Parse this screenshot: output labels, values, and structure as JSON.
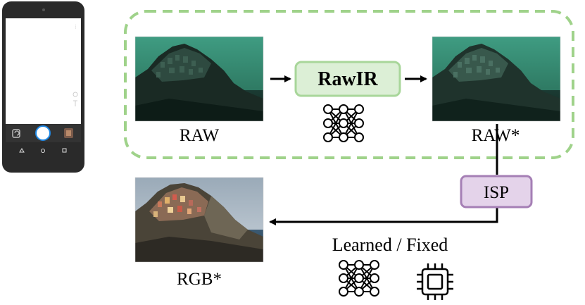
{
  "labels": {
    "raw": "RAW",
    "rawir": "RawIR",
    "raw_star": "RAW*",
    "isp": "ISP",
    "rgb_star": "RGB*",
    "learned_fixed": "Learned / Fixed"
  },
  "colors": {
    "dashed_frame": "#9fd28a",
    "rawir_fill": "#dcefd6",
    "rawir_border": "#a8d69a",
    "isp_fill": "#e4d3ea",
    "isp_border": "#a57fb5",
    "arrow": "#000000",
    "phone_body": "#2a2a2a",
    "raw_tint": "#4fbf9d"
  },
  "icons": {
    "network": "neural-network-icon",
    "chip": "chip-icon",
    "phone": "smartphone"
  }
}
